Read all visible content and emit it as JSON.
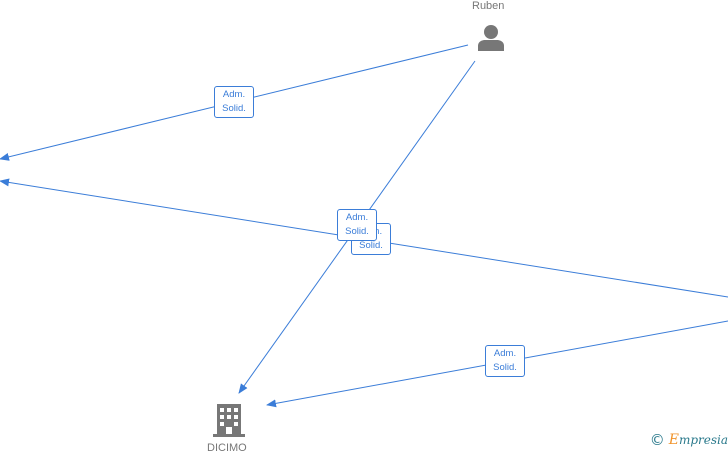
{
  "nodes": {
    "person": {
      "label": "Ruben",
      "icon": "person-icon"
    },
    "company": {
      "label": "DICIMO",
      "icon": "building-icon"
    }
  },
  "edges": [
    {
      "line1": "Adm.",
      "line2": "Solid."
    },
    {
      "line1": "Adm.",
      "line2": "Solid."
    },
    {
      "line1": "Adm.",
      "line2": "Solid."
    },
    {
      "line1": "Adm.",
      "line2": "Solid."
    }
  ],
  "watermark": {
    "symbol": "©",
    "first_letter": "E",
    "rest": "mpresia"
  },
  "colors": {
    "edge": "#3b7dd8",
    "icon": "#777777",
    "brand": "#2b7a8c",
    "brand_accent": "#f0932b"
  }
}
